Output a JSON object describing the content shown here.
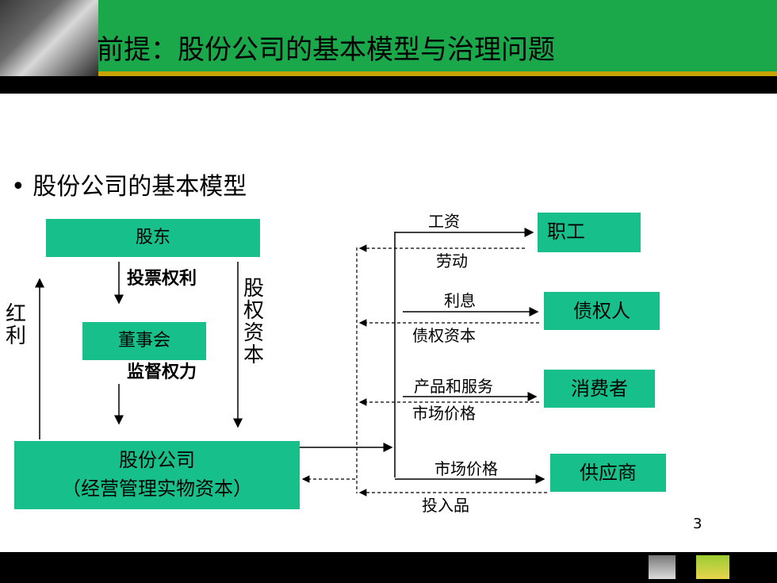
{
  "header": {
    "title": "前提：股份公司的基本模型与治理问题"
  },
  "bullet": {
    "text": "股份公司的基本模型"
  },
  "diagram": {
    "shareholders": "股东",
    "voting_rights": "投票权利",
    "board": "董事会",
    "supervision": "监督权力",
    "dividend": "红利",
    "equity_capital": "股权资本",
    "company_line1": "股份公司",
    "company_line2": "（经营管理实物资本）",
    "employees": {
      "box": "职工",
      "out_label": "工资",
      "in_label": "劳动"
    },
    "creditors": {
      "box": "债权人",
      "out_label": "利息",
      "in_label": "债权资本"
    },
    "consumers": {
      "box": "消费者",
      "out_label": "产品和服务",
      "in_label": "市场价格"
    },
    "suppliers": {
      "box": "供应商",
      "out_label": "市场价格",
      "in_label": "投入品"
    }
  },
  "page_number": "3",
  "colors": {
    "header_green": "#1aa84a",
    "box_green": "#17c08a",
    "gold": "#c9a400"
  }
}
